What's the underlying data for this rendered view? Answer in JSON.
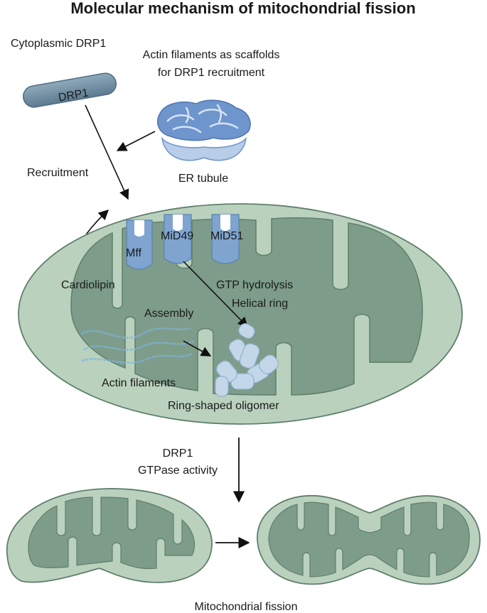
{
  "title": "Molecular mechanism of mitochondrial fission",
  "labels": {
    "cytoplasmic_drp1": "Cytoplasmic DRP1",
    "drp1_rod": "DRP1",
    "actin_scaffold_line1": "Actin filaments as scaffolds",
    "actin_scaffold_line2": "for DRP1 recruitment",
    "er_tubule": "ER tubule",
    "recruitment": "Recruitment",
    "cardiolipin": "Cardiolipin",
    "mff": "Mff",
    "mid49": "MiD49",
    "mid51": "MiD51",
    "gtp_hydrolysis": "GTP hydrolysis",
    "helical_ring": "Helical ring",
    "assembly": "Assembly",
    "actin_filaments": "Actin filaments",
    "ring_oligomer": "Ring-shaped oligomer",
    "drp1_activity_line1": "DRP1",
    "drp1_activity_line2": "GTPase activity",
    "mitochondrial_fission": "Mitochondrial fission"
  },
  "colors": {
    "mito_outer": "#b9d1bd",
    "mito_inner": "#7d9c8a",
    "mito_stroke": "#5f7f6b",
    "drp1_rod": "#6f8fa4",
    "receptor": "#7ea4cf",
    "er": "#6f95cd",
    "actin": "#7fb5de",
    "oligomer": "#c3d7e9"
  }
}
